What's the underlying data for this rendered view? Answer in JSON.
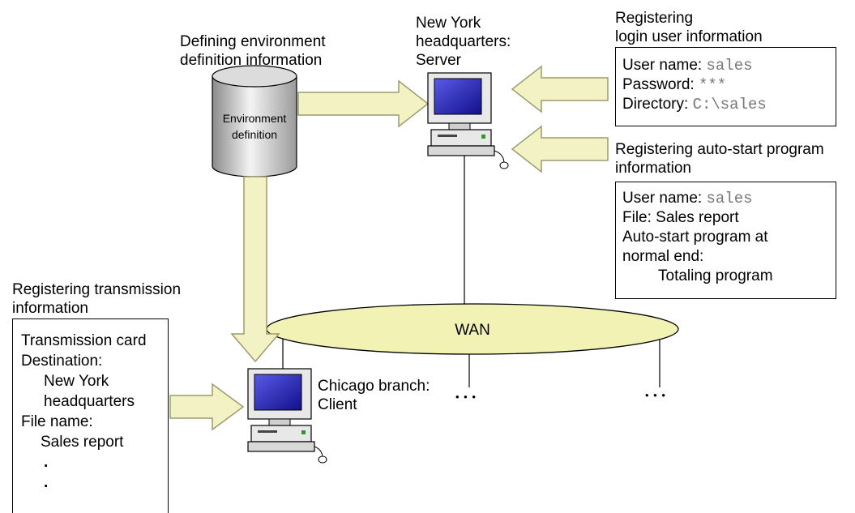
{
  "headings": {
    "defining_env": [
      "Defining environment",
      "definition information"
    ],
    "server_name": [
      "New York",
      "headquarters:",
      "Server"
    ],
    "login_reg": [
      "Registering",
      "login user information"
    ],
    "autostart_reg": [
      "Registering auto-start program",
      "information"
    ],
    "transmission_reg": [
      "Registering transmission",
      "information"
    ],
    "client_name": [
      "Chicago branch:",
      "Client"
    ]
  },
  "cylinder": {
    "line1": "Environment",
    "line2": "definition"
  },
  "wan_label": "WAN",
  "ellipsis": "• • •",
  "login_box": {
    "user_label": "User name: ",
    "user_value": "sales",
    "password_label": "Password: ",
    "password_value": "***",
    "dir_label": "Directory: ",
    "dir_value": "C:\\sales"
  },
  "autostart_box": {
    "user_label": "User name: ",
    "user_value": "sales",
    "file_line": "File:  Sales report",
    "prog_line1": "Auto-start program at",
    "prog_line2": "normal end:",
    "prog_value": "Totaling program"
  },
  "transmission_box": {
    "line1": "Transmission card",
    "line2": "Destination:",
    "line3": "New York",
    "line4": "headquarters",
    "line5": "File name:",
    "line6": "Sales report",
    "dot": "."
  },
  "colors": {
    "arrow_fill": "#f2f2c4",
    "arrow_stroke": "#9b9b6c",
    "wan_fill": "#f2f2b4",
    "screen_blue": "#1a1ab8",
    "computer_body": "#e8e8e8"
  }
}
